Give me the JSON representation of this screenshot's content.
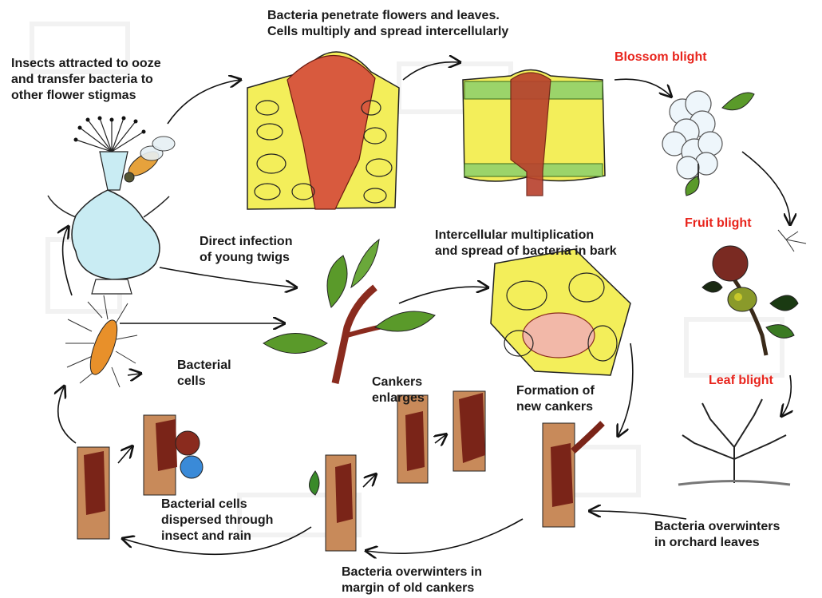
{
  "labels": {
    "insects": "Insects attracted to ooze\nand transfer bacteria to\nother flower stigmas",
    "penetrate": "Bacteria penetrate flowers and leaves.\nCells multiply and spread intercellularly",
    "blossom_blight": "Blossom blight",
    "fruit_blight": "Fruit blight",
    "leaf_blight": "Leaf blight",
    "direct_infection": "Direct infection\nof young twigs",
    "intercellular": "Intercellular multiplication\nand spread of bacteria in bark",
    "bacterial_cells": "Bacterial\ncells",
    "cankers_enlarges": "Cankers\nenlarges",
    "formation": "Formation of\nnew cankers",
    "dispersed": "Bacterial cells\ndispersed through\ninsect and rain",
    "overwinters_orchard": "Bacteria overwinters\nin orchard leaves",
    "overwinters_margin": "Bacteria overwinters in\nmargin of old cankers"
  },
  "colors": {
    "text": "#1a1a1a",
    "red_label": "#e8241c",
    "tissue_yellow": "#f3ee5a",
    "canker_brown": "#8a2b1e",
    "leaf_green": "#5a9a2a"
  }
}
